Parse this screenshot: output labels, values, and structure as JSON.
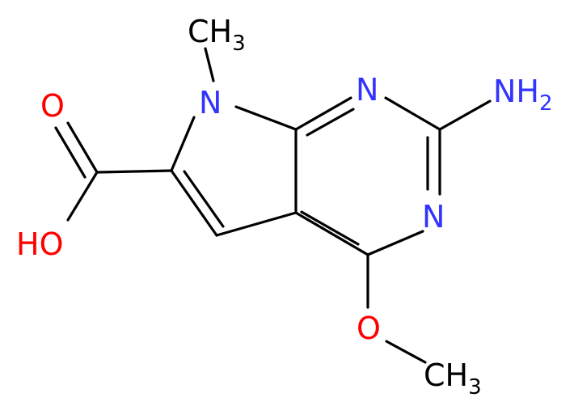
{
  "colors": {
    "bond": "#000000",
    "nitrogen": "#3333ff",
    "oxygen": "#ff0000",
    "carbon": "#000000"
  },
  "atoms": {
    "ch3_top": {
      "main": "CH",
      "sub": "3"
    },
    "n7": {
      "main": "N"
    },
    "n1": {
      "main": "N"
    },
    "n3": {
      "main": "N"
    },
    "nh2": {
      "main": "NH",
      "sub": "2"
    },
    "o_carbonyl": {
      "main": "O"
    },
    "oh": {
      "main": "HO"
    },
    "o_methoxy": {
      "main": "O"
    },
    "ch3_bottom": {
      "main": "CH",
      "sub": "3"
    }
  }
}
